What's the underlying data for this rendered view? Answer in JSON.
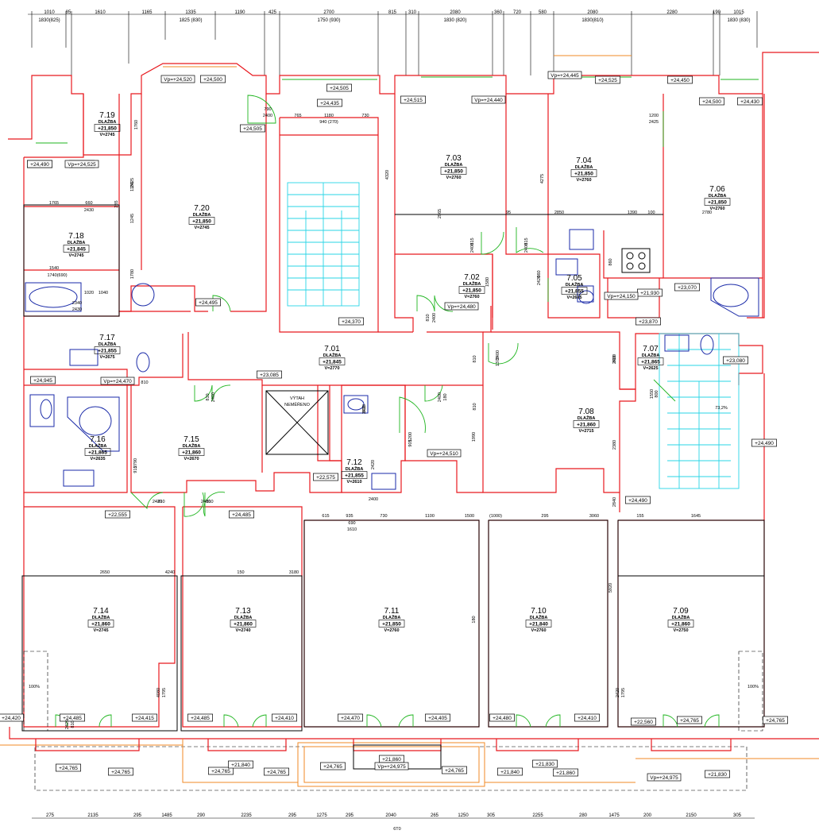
{
  "plan": {
    "rooms": [
      {
        "no": "7.19",
        "floor": "DLAŽBA",
        "level": "+21,850",
        "height": "V=2745"
      },
      {
        "no": "7.20",
        "floor": "DLAŽBA",
        "level": "+21,850",
        "height": "V=2745"
      },
      {
        "no": "7.18",
        "floor": "DLAŽBA",
        "level": "+21,845",
        "height": "V=2745"
      },
      {
        "no": "7.17",
        "floor": "DLAŽBA",
        "level": "+21,855",
        "height": "V=2675"
      },
      {
        "no": "7.16",
        "floor": "DLAŽBA",
        "level": "+21,865",
        "height": "V=2635"
      },
      {
        "no": "7.15",
        "floor": "DLAŽBA",
        "level": "+21,860",
        "height": "V=2670"
      },
      {
        "no": "7.01",
        "floor": "DLAŽBA",
        "level": "+21,845",
        "height": "V=2770"
      },
      {
        "no": "7.12",
        "floor": "DLAŽBA",
        "level": "+21,855",
        "height": "V=2610"
      },
      {
        "no": "7.03",
        "floor": "DLAŽBA",
        "level": "+21,850",
        "height": "V=2760"
      },
      {
        "no": "7.04",
        "floor": "DLAŽBA",
        "level": "+21,850",
        "height": "V=2760"
      },
      {
        "no": "7.06",
        "floor": "DLAŽBA",
        "level": "+21,850",
        "height": "V=2760"
      },
      {
        "no": "7.02",
        "floor": "DLAŽBA",
        "level": "+21,850",
        "height": "V=2760"
      },
      {
        "no": "7.05",
        "floor": "DLAŽBA",
        "level": "+21,855",
        "height": "V=2695"
      },
      {
        "no": "7.07",
        "floor": "DLAŽBA",
        "level": "+21,865",
        "height": "V=2625"
      },
      {
        "no": "7.08",
        "floor": "DLAŽBA",
        "level": "+21,860",
        "height": "V=2715"
      },
      {
        "no": "7.14",
        "floor": "DLAŽBA",
        "level": "+21,860",
        "height": "V=2745"
      },
      {
        "no": "7.13",
        "floor": "DLAŽBA",
        "level": "+21,860",
        "height": "V=2740"
      },
      {
        "no": "7.11",
        "floor": "DLAŽBA",
        "level": "+21,850",
        "height": "V=2760"
      },
      {
        "no": "7.10",
        "floor": "DLAŽBA",
        "level": "+21,840",
        "height": "V=2760"
      },
      {
        "no": "7.09",
        "floor": "DLAŽBA",
        "level": "+21,860",
        "height": "V=2750"
      }
    ],
    "levels": [
      "+24,500",
      "+24,430",
      "Vp=+24,520",
      "+24,500",
      "+24,505",
      "+24,435",
      "+24,505",
      "+24,515",
      "Vp=+24,440",
      "Vp=+24,445",
      "+24,525",
      "+24,450",
      "+24,500",
      "+24,430",
      "+24,490",
      "Vp=+24,525",
      "+24,495",
      "+24,370",
      "Vp=+24,480",
      "+21,930",
      "+23,070",
      "Vp=+24,150",
      "+23,870",
      "+23,080",
      "+23,085",
      "+24,945",
      "Vp=+24,470",
      "+22,575",
      "Vp=+24,510",
      "+24,490",
      "+24,490",
      "+22,555",
      "+24,485",
      "+24,420",
      "+24,485",
      "+24,415",
      "+24,485",
      "+24,410",
      "+24,470",
      "+24,405",
      "+24,480",
      "+24,410",
      "+22,560",
      "+24,765",
      "+24,765",
      "+24,765",
      "+24,765",
      "+24,765",
      "+24,765",
      "+24,765",
      "+24,765",
      "+21,840",
      "+21,860",
      "Vp=+24,975",
      "+21,830"
    ],
    "labels": {
      "lift_line1": "VÝTAH",
      "lift_line2": "NEMĚŘENO",
      "slope_right": "73,2%",
      "slope_left": "100%",
      "slope_far": "100%"
    },
    "dims_top": [
      "1010",
      "85",
      "1610",
      "1165",
      "1335",
      "1190",
      "425",
      "2700",
      "815",
      "310",
      "2080",
      "360",
      "720",
      "580",
      "2080",
      "2280",
      "190",
      "1015"
    ],
    "dims_top_sub": [
      "1830(825)",
      "1825 (830)",
      "1750 (930)",
      "1830 (820)",
      "1830(810)",
      "1830 (830)"
    ],
    "dims_bottom": [
      "275",
      "2135",
      "295",
      "1485",
      "290",
      "2235",
      "295",
      "1275",
      "295",
      "2040",
      "265",
      "1250",
      "305",
      "2255",
      "280",
      "1475",
      "200",
      "2150",
      "305"
    ],
    "dims_inner": [
      "765",
      "1180",
      "730",
      "940 (270)",
      "790",
      "2400",
      "1760",
      "1180",
      "2425",
      "1245",
      "1780",
      "1765",
      "660",
      "285",
      "2430",
      "1540",
      "1740(690)",
      "1020",
      "1040",
      "2340",
      "2430",
      "4320",
      "2965",
      "95",
      "2850",
      "1390",
      "100",
      "2780",
      "4275",
      "1200",
      "2425",
      "815",
      "2400",
      "815",
      "2400",
      "660",
      "2420",
      "1580",
      "860",
      "810",
      "2400",
      "810",
      "2400",
      "1370",
      "810",
      "2400",
      "810",
      "2400",
      "180",
      "810",
      "2410",
      "600",
      "1200",
      "905",
      "2420",
      "1990",
      "2790",
      "915",
      "2420",
      "810",
      "2400",
      "810",
      "2400",
      "810",
      "1550",
      "800",
      "2380",
      "2840",
      "615",
      "935",
      "730",
      "1100",
      "1500",
      "690",
      "1610",
      "(1000)",
      "295",
      "3060",
      "155",
      "1645",
      "2650",
      "4240",
      "150",
      "3180",
      "180",
      "5920",
      "4080",
      "1795",
      "2420",
      "1795",
      "2425",
      "810",
      "2400",
      "6T0"
    ]
  }
}
